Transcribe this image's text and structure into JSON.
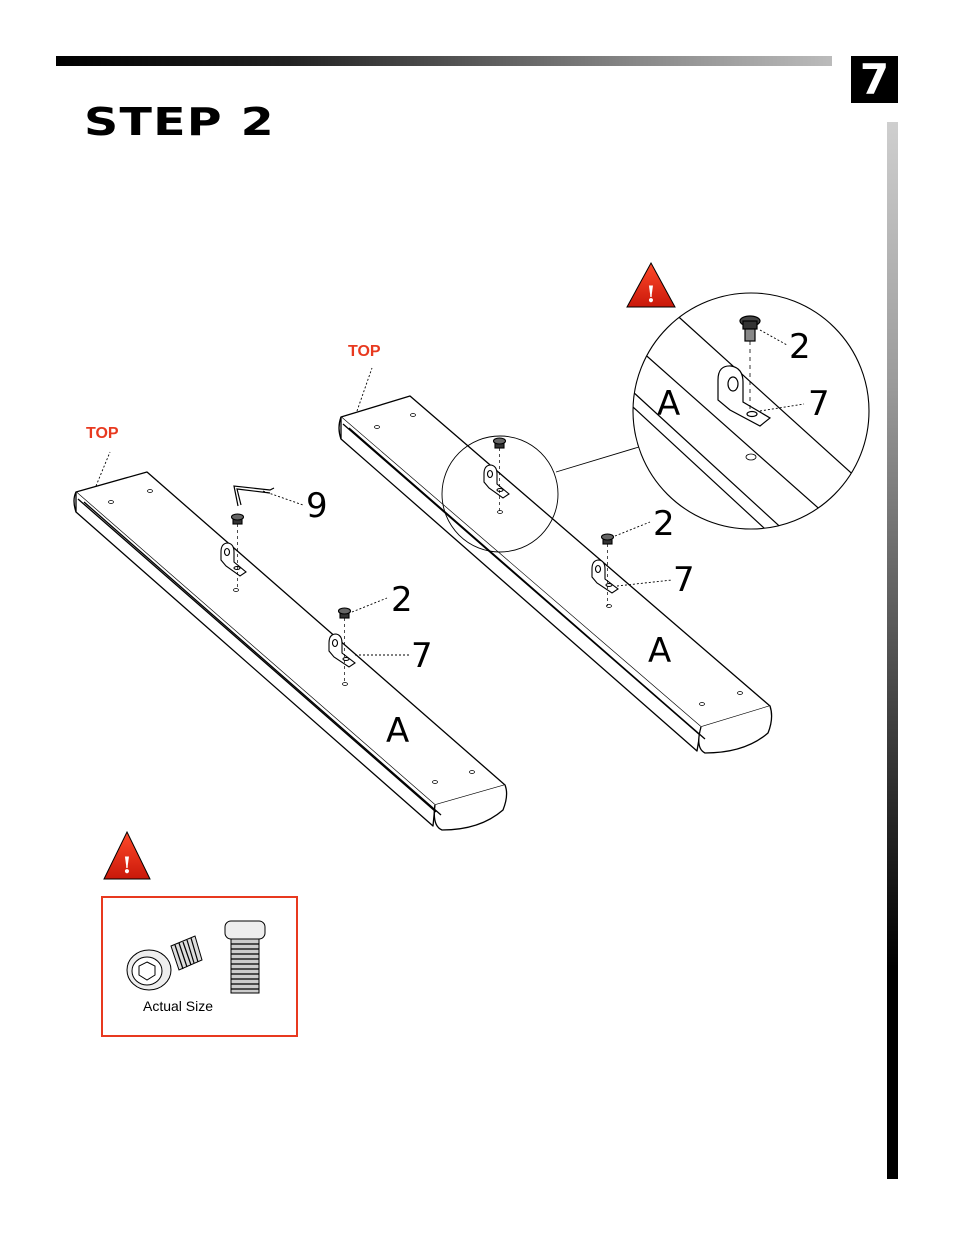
{
  "header": {
    "page_number": "7",
    "step_title": "STEP 2"
  },
  "labels": {
    "top_left": "TOP",
    "top_right": "TOP",
    "part_a_left": "A",
    "part_a_right": "A",
    "part_a_zoom": "A",
    "callout_9": "9",
    "callout_2_left": "2",
    "callout_7_left": "7",
    "callout_2_right": "2",
    "callout_7_right": "7",
    "callout_2_zoom": "2",
    "callout_7_zoom": "7"
  },
  "parts_box": {
    "caption": "Actual Size"
  },
  "icons": {
    "warning": "warning-triangle-icon",
    "bolt": "hex-socket-bolt-icon"
  },
  "colors": {
    "accent_red": "#e8391f",
    "black": "#000000"
  }
}
